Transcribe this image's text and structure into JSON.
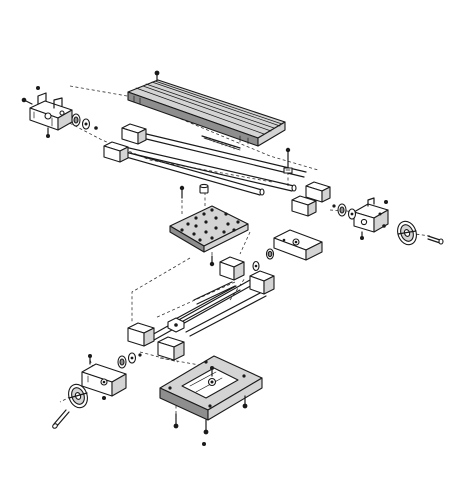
{
  "diagram": {
    "kind": "exploded-assembly",
    "colors": {
      "line": "#1a1a1a",
      "fill_light": "#ffffff",
      "fill_mid": "#d4d4d4",
      "fill_dark": "#8e8e8e",
      "background": "#ffffff"
    },
    "parts": [
      "t-slot-table",
      "long-screw-rod",
      "upper-left-end-bracket",
      "upper-right-end-bracket",
      "upper-guide-rods",
      "upper-linear-bearing-blocks",
      "upper-handwheel",
      "middle-carriage-plate",
      "lower-nut-block",
      "lower-guide-rods",
      "lower-linear-bearing-blocks",
      "lower-left-end-bracket",
      "lower-handwheel",
      "base-plate",
      "screws",
      "bearings"
    ]
  }
}
